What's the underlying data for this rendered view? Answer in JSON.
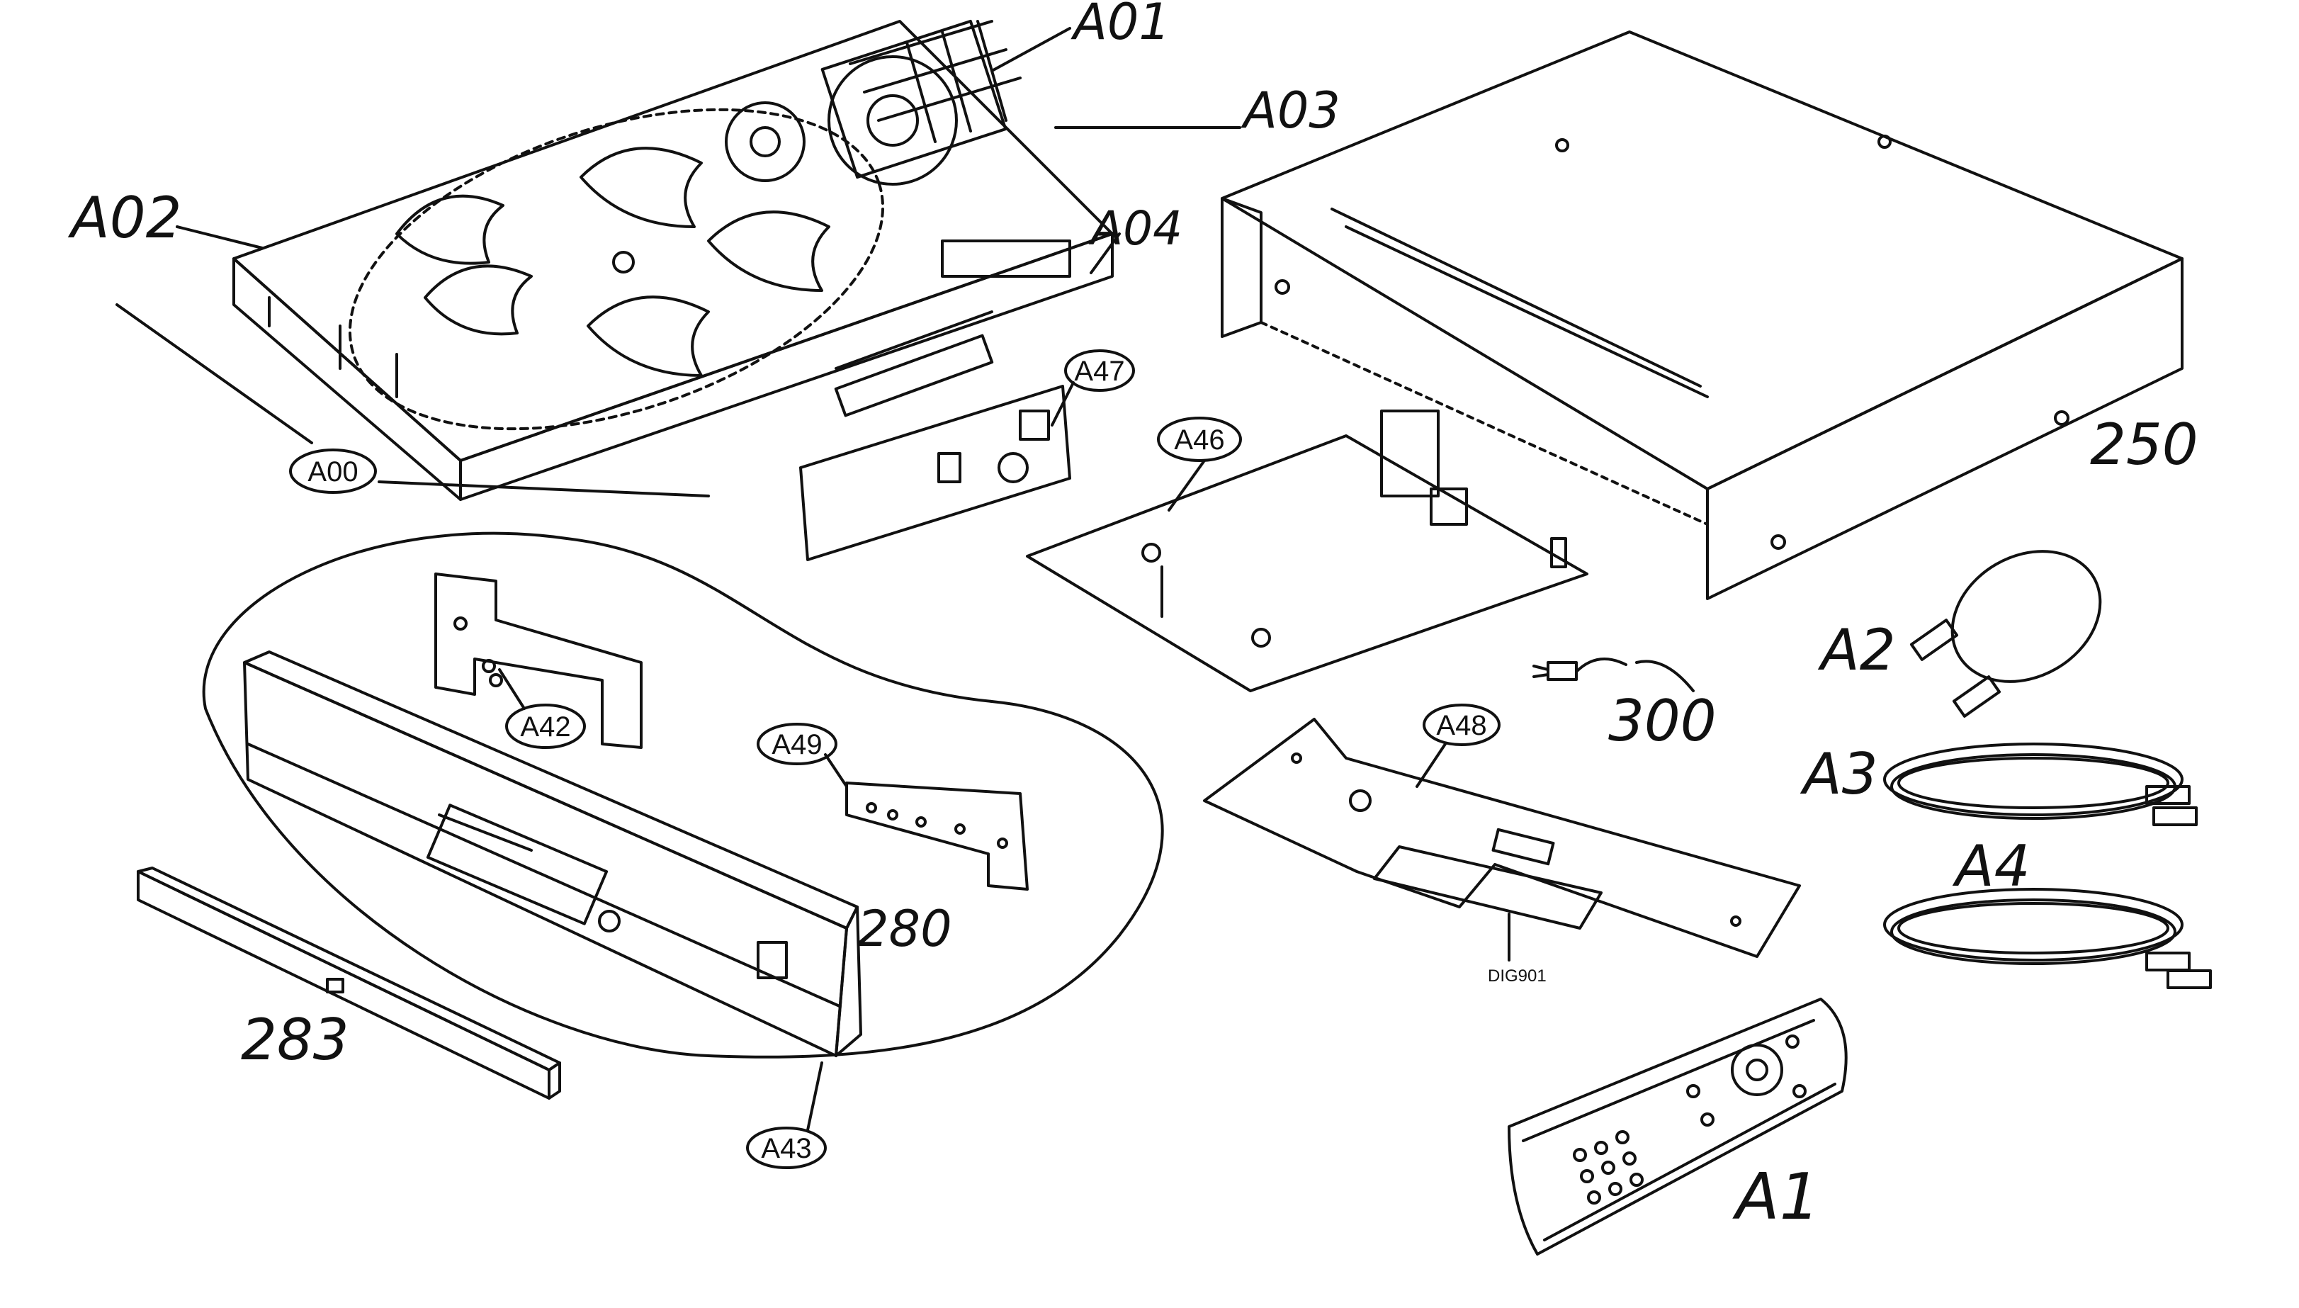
{
  "callouts": {
    "a01": "A01",
    "a03": "A03",
    "a02": "A02",
    "a04": "A04",
    "a00": "A00",
    "a47": "A47",
    "a46": "A46",
    "a250": "250",
    "a2": "A2",
    "a300": "300",
    "a3": "A3",
    "a4": "A4",
    "a42": "A42",
    "a49": "A49",
    "a48": "A48",
    "a280": "280",
    "a283": "283",
    "a43": "A43",
    "a1": "A1",
    "dig901": "DIG901"
  }
}
